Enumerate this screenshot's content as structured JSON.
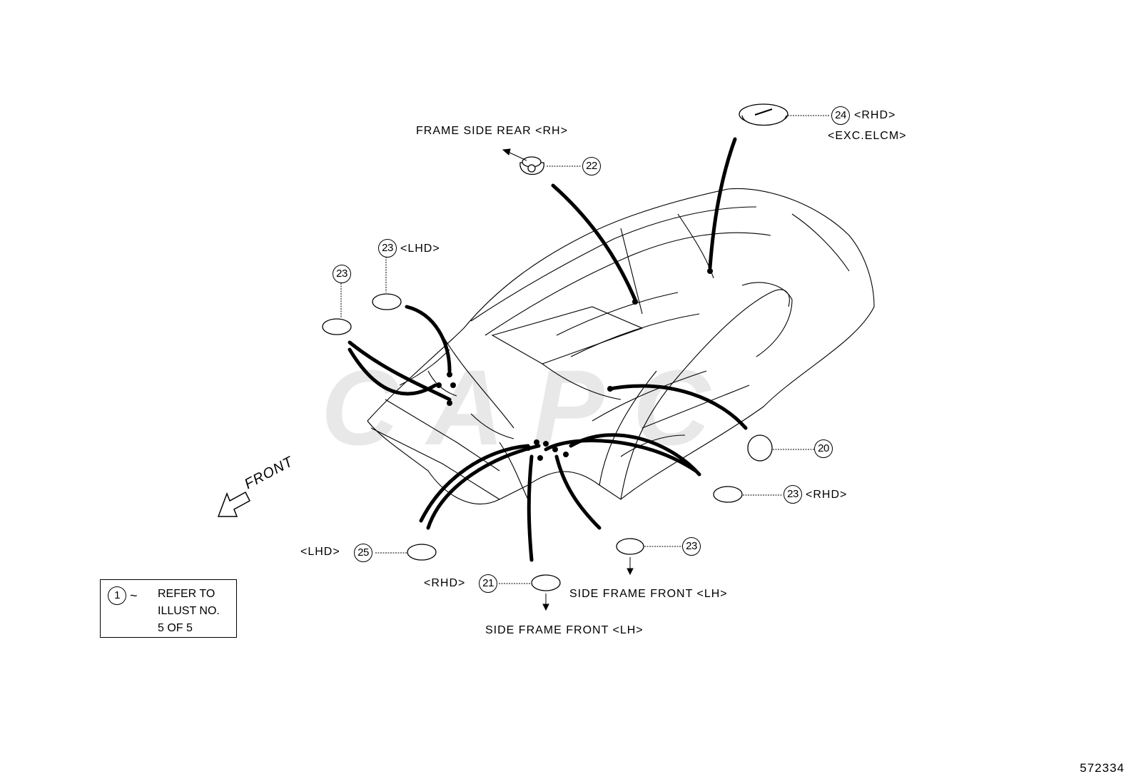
{
  "labels": {
    "frame_side_rear": "FRAME SIDE REAR <RH>",
    "rhd_24": "<RHD>",
    "exc_elcm": "<EXC.ELCM>",
    "lhd_23": "<LHD>",
    "rhd_23": "<RHD>",
    "lhd_25": "<LHD>",
    "rhd_21": "<RHD>",
    "side_frame_front_a": "SIDE FRAME FRONT <LH>",
    "side_frame_front_b": "SIDE FRAME FRONT <LH>",
    "front": "FRONT"
  },
  "callouts": {
    "c20": "20",
    "c21": "21",
    "c22": "22",
    "c23_top": "23",
    "c23_lhd": "23",
    "c23_rhd": "23",
    "c23_bottom": "23",
    "c24": "24",
    "c25": "25"
  },
  "refer_box": {
    "num": "1",
    "tilde": "~",
    "line1": "REFER TO",
    "line2": "ILLUST NO.",
    "line3": "5 OF 5"
  },
  "diagram_id": "572334",
  "watermark": "CAPC"
}
